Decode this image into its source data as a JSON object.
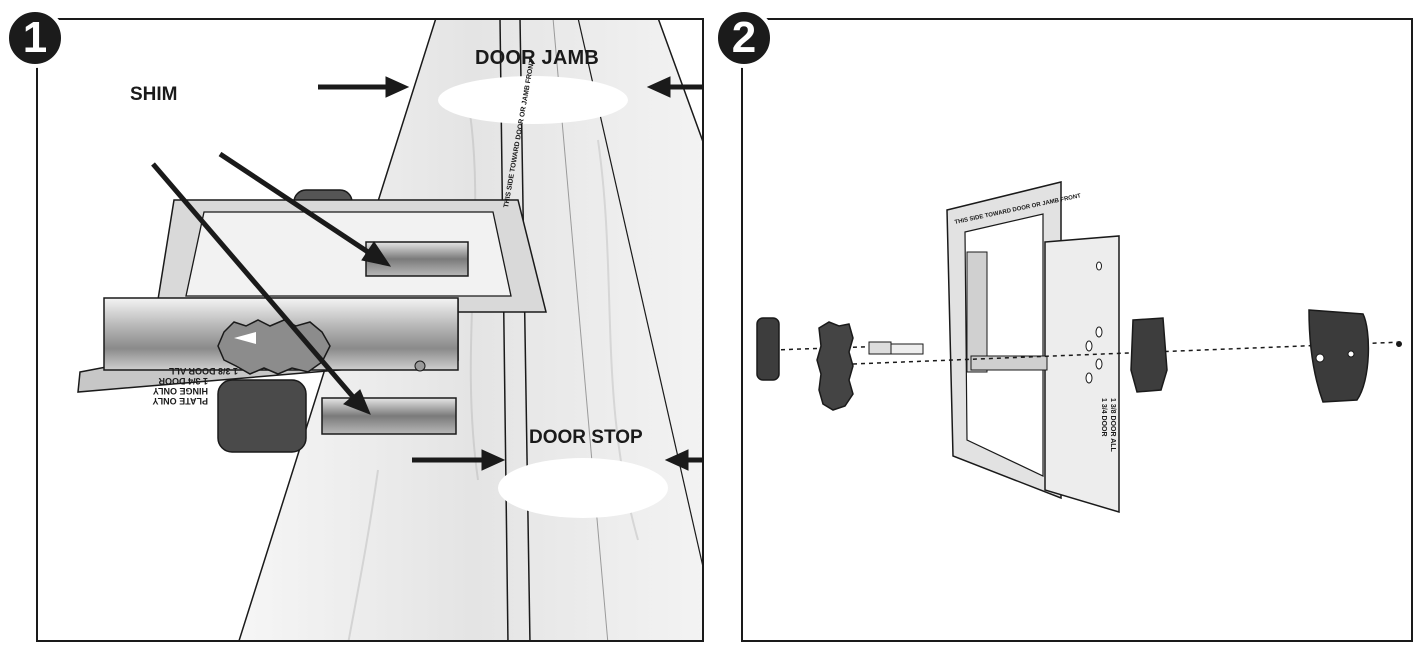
{
  "steps": [
    {
      "number": "1"
    },
    {
      "number": "2"
    }
  ],
  "labels": {
    "door_jamb": "DOOR JAMB",
    "shim": "SHIM",
    "door_stop": "DOOR STOP"
  },
  "template_text": {
    "plate_lines": [
      "1 3/8 DOOR ALL",
      "1 3/4 DOOR",
      "HINGE ONLY",
      "PLATE ONLY"
    ],
    "frame_edge": "THIS SIDE TOWARD DOOR OR JAMB FRONT"
  },
  "colors": {
    "line": "#1a1a1a",
    "jamb_fill": "#ececec",
    "metal_dark": "#7d7d7d",
    "metal_light": "#d9d9d9",
    "knob_dark": "#3d3d3d"
  }
}
